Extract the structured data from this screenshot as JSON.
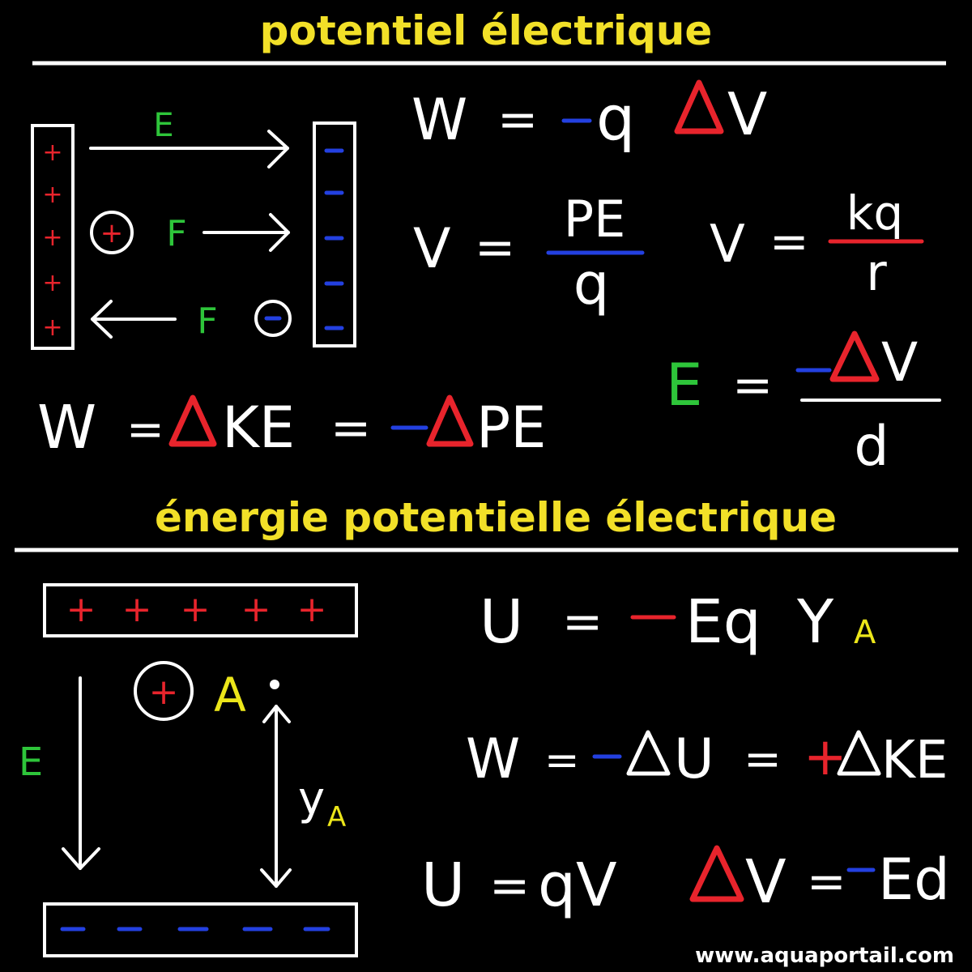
{
  "headings": {
    "top": "potentiel électrique",
    "bottom": "énergie potentielle électrique"
  },
  "watermark": "www.aquaportail.com",
  "top_diagram": {
    "field_label": "E",
    "force_label_positive": "F",
    "force_label_negative": "F",
    "plus_sign": "+",
    "minus_sign": "−"
  },
  "top_equations": {
    "work_potential": {
      "w": "W",
      "eq": "=",
      "minus": "−",
      "q": "q",
      "v": "V"
    },
    "v_pe_over_q": {
      "v": "V",
      "eq": "=",
      "num": "PE",
      "den": "q"
    },
    "v_kq_over_r": {
      "v": "V",
      "eq": "=",
      "num": "kq",
      "den": "r"
    },
    "work_energy": {
      "w": "W",
      "eq1": "=",
      "ke": "KE",
      "eq2": "=",
      "minus": "−",
      "pe": "PE"
    },
    "field_gradient": {
      "e": "E",
      "eq": "=",
      "minus": "−",
      "v": "V",
      "den": "d"
    }
  },
  "bottom_diagram": {
    "field_label": "E",
    "point_label": "A",
    "height_label": "y",
    "height_sub": "A",
    "plus_sign": "+",
    "minus_sign": "−"
  },
  "bottom_equations": {
    "potential_energy": {
      "u": "U",
      "eq": "=",
      "minus": "−",
      "eq_body": "Eq",
      "y": "Y",
      "sub": "A"
    },
    "work_du_ke": {
      "w": "W",
      "eq1": "=",
      "minus": "−",
      "u": "U",
      "eq2": "=",
      "plus": "+",
      "ke": "KE"
    },
    "u_qv": {
      "u": "U",
      "eq": "=",
      "qv": "qV"
    },
    "dv_ed": {
      "v": "V",
      "eq": "=",
      "minus": "−",
      "ed": "Ed"
    }
  },
  "colors": {
    "background": "#000000",
    "heading": "#f2e028",
    "chalk": "#ffffff",
    "red": "#e8242c",
    "blue": "#2340e0",
    "green": "#2ec53a",
    "yellow": "#ece61a"
  }
}
